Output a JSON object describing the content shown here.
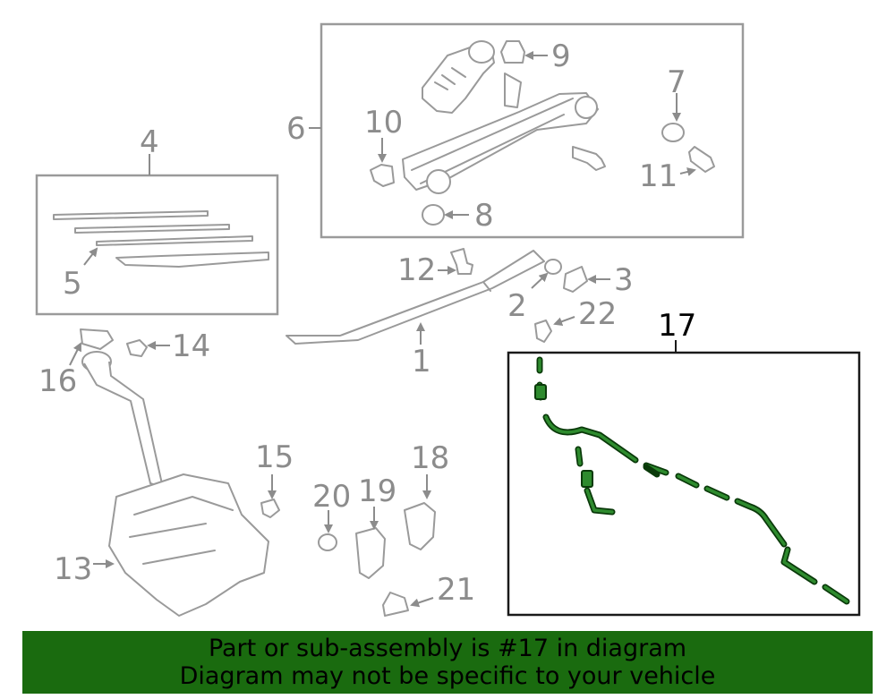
{
  "callouts": {
    "c1": "1",
    "c2": "2",
    "c3": "3",
    "c4": "4",
    "c5": "5",
    "c6": "6",
    "c7": "7",
    "c8": "8",
    "c9": "9",
    "c10": "10",
    "c11": "11",
    "c12": "12",
    "c13": "13",
    "c14": "14",
    "c15": "15",
    "c16": "16",
    "c17": "17",
    "c18": "18",
    "c19": "19",
    "c20": "20",
    "c21": "21",
    "c22": "22"
  },
  "highlight": {
    "callout": "17",
    "color": "#1a6b0f",
    "hose_color": "#2e8b2e"
  },
  "banner": {
    "line1": "Part or sub-assembly is #17 in diagram",
    "line2": "Diagram may not be specific to your vehicle"
  }
}
